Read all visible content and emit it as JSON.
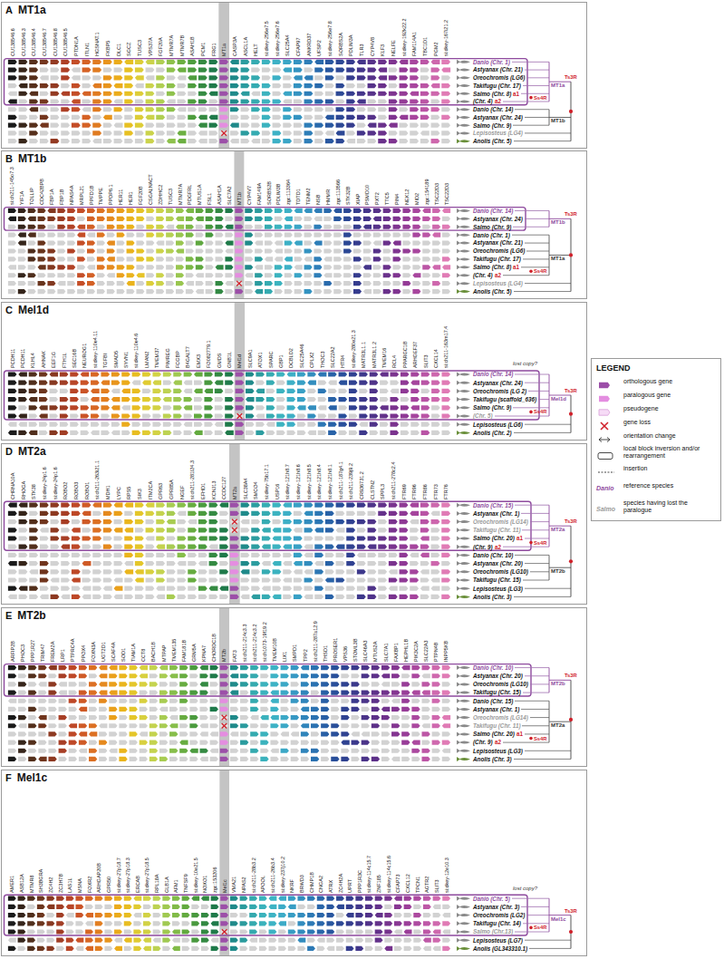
{
  "diagram": {
    "nodes": [
      {
        "text": [
          "A",
          "MT1a"
        ]
      },
      {
        "text": [
          "B",
          "MT1b"
        ]
      },
      {
        "text": [
          "C",
          "Mel1d"
        ]
      },
      {
        "text": [
          "D",
          "MT2a"
        ]
      },
      {
        "text": [
          "E",
          "MT2b"
        ]
      },
      {
        "text": [
          "F",
          "Mel1c"
        ]
      },
      {
        "text": [
          "LEGEND"
        ]
      }
    ],
    "labels": [
      "CU138546.6",
      "CU138546.3",
      "CU138546.4",
      "CU138546.7",
      "CU138546.8",
      "CU138546.5",
      "PTDN1A",
      "ITLN1",
      "HGSNAT.1",
      "FKBP5",
      "DLC1",
      "SGCZ",
      "TUSC3",
      "VPS37A",
      "FGF20A",
      "MTMR7A",
      "MTMR7B",
      "ASAH1B",
      "PCM1",
      "FRG1",
      "MT1a",
      "CASP3A",
      "ASCL1A",
      "HELT",
      "si:dkey-256e7.5",
      "si:dkey-256e7.6",
      "SLC25A4",
      "CFAP97",
      "ANKRD37",
      "UFSP2",
      "si:dkey-256e7.8",
      "SORBS2A",
      "PDLIM3A",
      "TLR3",
      "CYP4V8",
      "KLF3",
      "NELFE",
      "si:dkey-192k22.2",
      "FAM114A1",
      "TBC1D1",
      "PGM2",
      "si:dkey-167i21.2",
      "Danio (Chr. 1)",
      "Astyanax (Chr. 21)",
      "Oreochromis (LG6)",
      "Takifugu (Chr. 17)",
      "Salmo (Chr. 8)",
      "(Chr. 4)",
      "Danio (Chr. 14)",
      "Astyanax (Chr. 24)",
      "Salmo (Chr. 9)",
      "Lepisosteus (LG4)",
      "Anolis (Chr. 5)",
      "MT1a",
      "MT1b",
      "Ts3R",
      "Ss4R",
      "a1",
      "a2",
      "si:ch211-145o7.3",
      "YIF1A",
      "TOLLIP",
      "CDC42BPB",
      "FBP1A",
      "FBP1B",
      "NPAS4A",
      "MRPL21",
      "PPFD1B",
      "TMPPE",
      "PPDP6.1",
      "HER11",
      "HER1",
      "FGF20B",
      "CSGALNACT",
      "ZDHHC2",
      "TUSC3",
      "MTMR7A",
      "PDGFRL",
      "MTUS1A",
      "FSL1",
      "ASAH1A",
      "SLC7A2",
      "MT1b",
      "CYP4V7",
      "FAM149A",
      "SORBS2B",
      "PDLIM3B",
      "zgc:113364",
      "TDTD1",
      "TENM2",
      "NSB",
      "HMMR",
      "zgc:113566",
      "STK32B",
      "XIAP",
      "PSMD10",
      "PXT2",
      "TTC5",
      "PIN4",
      "NEK12",
      "MID2",
      "zgc:154189",
      "TSC22D3",
      "TSC22D3",
      "Danio (Chr. 14)",
      "Astyanax (Chr. 24)",
      "Salmo (Chr. 9)",
      "Danio (Chr. 1)",
      "Astyanax (Chr. 21)",
      "Oreochromis (LG6)",
      "Takifugu (Chr. 17)",
      "Salmo (Chr. 8)",
      "(Chr. 4)",
      "Lepisosteus (LG4)",
      "Anolis (Chr. 5)",
      "MT1b",
      "MT1a",
      "Ts3R",
      "Ss4R",
      "a1",
      "a2",
      "PCDH11",
      "PCDH11",
      "KLHL4",
      "AHNAK",
      "EEF1G",
      "FTH1L",
      "SEC16B",
      "NEUROG1",
      "si:dkey-110e4.11",
      "TGFBI",
      "SMAD5",
      "SYVN1",
      "si:dkey-110e4.6",
      "LMAN2",
      "TMEM37",
      "PIMREG",
      "FCGBP",
      "B4GALT7",
      "EMX3",
      "FO082779.1",
      "GMDS",
      "GNB1L",
      "Mel1d",
      "SLC9A1",
      "ATOX1",
      "SPARC",
      "GBP1",
      "DCBLD2",
      "SLC25A46",
      "CPLX2",
      "THOC3",
      "SLC22A2",
      "HTR4",
      "si:dkey-280e21.3",
      "MATR3L1.1",
      "MATR3L1.2",
      "TMEM16",
      "RCL4",
      "PPARGC1B",
      "ARHGEF37",
      "SLIT3",
      "CXCL14",
      "si:ch211-163m17.4",
      "Danio (Chr. 14)",
      "Astyanax (Chr. 24)",
      "Oreochromis (LG 2)",
      "Takifugu (scaffold_636)",
      "Salmo (Chr. 9)",
      "(Chr. 5)",
      "Lepisosteus (LG6)",
      "Anolis (Chr. 2)",
      "Mel1d",
      "Ts3R",
      "Ss4R",
      "lost copy?",
      "CHRNA10A",
      "RHOGA",
      "STK38",
      "si:dkey-24p1.6",
      "si:dkey-24p1.6",
      "ROBO2",
      "ROBO3",
      "ROBO1",
      "si:ch211-263i21.1",
      "MDH1",
      "LYPC",
      "RPS5",
      "SIK3",
      "ITM2CA",
      "GPR63",
      "GPR85A",
      "NGEF",
      "si:ch211-281l24.3",
      "EFHD1",
      "KCNJ13",
      "CCDC127",
      "MT2a",
      "SLC38A4",
      "SMCO4",
      "si:dkey-75b17.1",
      "USP16",
      "si:dkey-121h8.7",
      "si:dkey-121h8.6",
      "si:dkey-121h8.5",
      "si:dkey-121h8.4",
      "si:dkey-121h8.1",
      "si:ch211-187g4.1",
      "si:ch211-239j9.2",
      "CR936731.2",
      "CLSTN2",
      "SPPL3",
      "si:ch211-278c2.4",
      "FTR69",
      "FTR96",
      "FTR86",
      "FTR73",
      "FTR76",
      "Danio (Chr. 15)",
      "Astyanax (Chr. 1)",
      "Oreochromis (LG14)",
      "Takifugu (Chr. 11)",
      "Salmo (Chr. 20)",
      "(Chr. 9)",
      "Danio (Chr. 10)",
      "Astyanax (Chr. 20)",
      "Oreochromis (LG10)",
      "Takifugu (Chr. 15)",
      "Lepisosteus (LG3)",
      "Anolis (Chr. 3)",
      "MT2a",
      "MT2b",
      "Ts3R",
      "Ss4R",
      "a1",
      "a2",
      "ARFIP2B",
      "PHOC3",
      "PPP1R27",
      "TRIM47",
      "FREM2A",
      "LRP1",
      "PTPRC4A",
      "PPOX4",
      "FOXN3A",
      "UGT2D1",
      "SCAF4A",
      "SOD1",
      "TIAM1A",
      "CCT8",
      "BACH1B",
      "MTPAP",
      "TMEM135",
      "FAM181B",
      "GRM5A",
      "KPNA7",
      "CHORDC1B",
      "MT2b",
      "FAT3",
      "si:ch211-214c3.3",
      "si:ch211-214c3.2",
      "si:ch1073-19f19.2",
      "TMEM10B",
      "LIX1",
      "SMPD1",
      "TPP2",
      "si:ch211-287a12.9",
      "THSD1",
      "PROSER1",
      "VPS36",
      "STOML3B",
      "SLC46A3",
      "MTUS2A",
      "SLC7A1",
      "FAXBP1",
      "HEPHL1B",
      "PIK3C2A",
      "SLC22A3",
      "PTPN4B",
      "INPP5KB",
      "Danio (Chr. 10)",
      "Astyanax (Chr. 20)",
      "Oreochromis (LG10)",
      "Takifugu (Chr. 15)",
      "Danio (Chr. 15)",
      "Astyanax (Chr. 1)",
      "Oreochromis (LG14)",
      "Takifugu (Chr. 11)",
      "Salmo (Chr. 20)",
      "(Chr. 9)",
      "Lepisosteus (LG3)",
      "Anolis (Chr. 3)",
      "MT2b",
      "MT2a",
      "Ts3R",
      "Ss4R",
      "a1",
      "a2",
      "AMER1",
      "ASB12A",
      "MTMR8",
      "SH3BGRA",
      "ZC4H2",
      "ZC3H7B",
      "LAS1L",
      "MSNA",
      "FOXR2",
      "ARHGAP20B",
      "GPR50",
      "si:dkey-27p18.7",
      "si:dkey-27p18.3",
      "ERCAB",
      "si:dkey-27p18.5",
      "RPL18A",
      "GLB1A",
      "AFM1",
      "TNFSF9",
      "si:dkey-10e21.5",
      "NOXO1",
      "zgc:153206",
      "Mel1c",
      "VMA21",
      "NPAS2",
      "si:ch211-28b3.2",
      "APOOL",
      "si:ch211-26b3.4",
      "si:dkey-237j10.2",
      "NKRF",
      "BRWD3",
      "CHMP1B",
      "CNGA2",
      "ATRX",
      "ZC4H2A",
      "UPRT",
      "PPP1R3C",
      "si:dkey-114c15.7",
      "ZNF185",
      "si:dkey-114c15.6",
      "CFAP73",
      "CXCL12",
      "TPCN1",
      "AGTR2",
      "SLIT3",
      "si:dkey-12e10.3",
      "Danio (Chr. 5)",
      "Astyanax (Chr. 3)",
      "Oreochromis (LG2)",
      "Takifugu (Chr. 14)",
      "Salmo (Chr.13)",
      "Lepisosteus (LG7)",
      "Anolis (GL343310.1)",
      "Mel1c",
      "Ts3R",
      "Ss4R",
      "lost copy?",
      "Danio",
      "Salmo"
    ],
    "legend": [
      {
        "text": "orthologous gene",
        "color": "#9c4fa8"
      },
      {
        "text": "paralogous gene",
        "color": "#e48de0"
      },
      {
        "text": "pseudogene",
        "color": "#f6dcf6"
      },
      {
        "text": "gene loss"
      },
      {
        "text": "orientation change"
      },
      {
        "text": "local block inversion and/or rearrangement"
      },
      {
        "text": "insertion"
      },
      {
        "text": "reference species"
      },
      {
        "text": "species having lost the paralogue"
      }
    ]
  }
}
